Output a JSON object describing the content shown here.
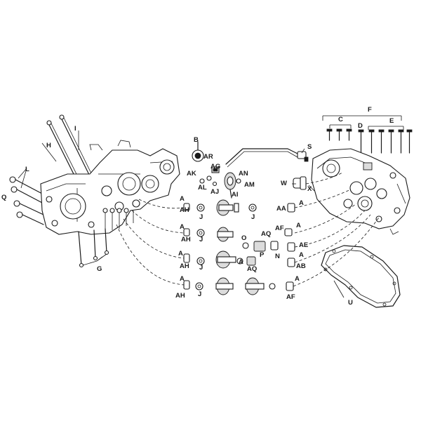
{
  "callouts": {
    "F": "F",
    "C": "C",
    "D": "D",
    "E": "E",
    "I": "I",
    "H": "H",
    "L": "L",
    "Q": "Q",
    "G": "G",
    "B": "B",
    "AR": "AR",
    "AG": "AG",
    "AK": "AK",
    "AL": "AL",
    "AJ": "AJ",
    "AN": "AN",
    "AM": "AM",
    "AI": "AI",
    "S": "S",
    "W": "W",
    "X": "X",
    "AA": "AA",
    "AF": "AF",
    "AE": "AE",
    "AB": "AB",
    "U": "U",
    "O": "O",
    "P": "P",
    "N": "N",
    "J": "J",
    "AH": "AH",
    "A": "A",
    "AQ": "AQ"
  }
}
